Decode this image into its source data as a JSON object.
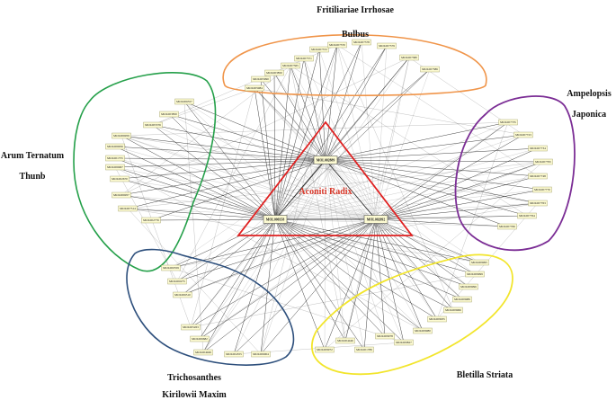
{
  "title": "Aconiti Radix",
  "colors": {
    "center": "#e02020",
    "Fritiliariae": "#f0954a",
    "Ampelopsis": "#7b2d95",
    "Arum": "#25a04a",
    "Trichosanthes": "#2d4f7c",
    "Bletilla": "#f2e52c",
    "node_fill": "#fdfbd2",
    "node_stroke": "#9a9a60"
  },
  "groups": [
    {
      "id": "Fritiliariae",
      "label_lines": [
        "Fritiliariae Irrhosae",
        "Bulbus"
      ]
    },
    {
      "id": "Ampelopsis",
      "label_lines": [
        "Ampelopsis",
        "Japonica"
      ]
    },
    {
      "id": "Arum",
      "label_lines": [
        "Arum Ternatum",
        "Thunb"
      ]
    },
    {
      "id": "Trichosanthes",
      "label_lines": [
        "Trichosanthes",
        "Kirilowii Maxim"
      ]
    },
    {
      "id": "Bletilla",
      "label_lines": [
        "Bletilla Striata"
      ]
    }
  ],
  "hubs": [
    {
      "id": "hub_top",
      "label": "MOL002889"
    },
    {
      "id": "hub_left",
      "label": "MOL000358"
    },
    {
      "id": "hub_right",
      "label": "MOL002092"
    }
  ],
  "nodes": {
    "Fritiliariae": [
      "MOL005984",
      "MOL005990",
      "MOL003850",
      "MOL007365",
      "MOL007371",
      "MOL007372",
      "MOL007370",
      "MOL007378",
      "MOL007379",
      "MOL007380",
      "MOL007386"
    ],
    "Ampelopsis": [
      "MOL007735",
      "MOL007723",
      "MOL007734",
      "MOL007795",
      "MOL007748",
      "MOL007770",
      "MOL007763",
      "MOL007764",
      "MOL007766"
    ],
    "Arum": [
      "MOL006557",
      "MOL003850",
      "MOL005376",
      "MOL006959",
      "MOL006956",
      "MOL001755",
      "MOL006967",
      "MOL002670",
      "MOL006957",
      "MOL007314",
      "MOL002776"
    ],
    "Trichosanthes": [
      "MOL000359",
      "MOL000275",
      "MOL006510",
      "MOL005263",
      "MOL006682",
      "MOL004949",
      "MOL004355",
      "MOL006004"
    ],
    "Bletilla": [
      "MOL009995",
      "MOL009999",
      "MOL009996",
      "MOL009989",
      "MOL009966",
      "MOL009935",
      "MOL009980",
      "MOL009827",
      "MOL009978",
      "MOL001789",
      "MOL004446",
      "MOL009972"
    ]
  }
}
